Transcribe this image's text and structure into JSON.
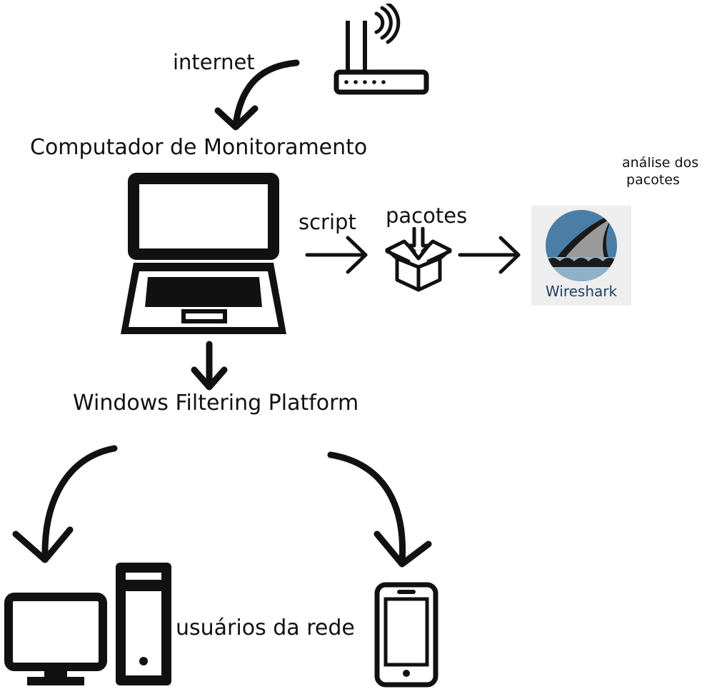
{
  "labels": {
    "internet": "internet",
    "computer": "Computador de Monitoramento",
    "script": "script",
    "packets": "pacotes",
    "analysis": "análise dos\n pacotes",
    "wfp": "Windows Filtering Platform",
    "users": "usuários da rede",
    "wireshark": "Wireshark"
  },
  "icons": [
    "router-icon",
    "laptop-icon",
    "packet-box-icon",
    "wireshark-logo",
    "desktop-computer-icon",
    "smartphone-icon"
  ],
  "colors": {
    "ink": "#111111",
    "wireshark_blue": "#1e3f66",
    "wireshark_bg": "#eeeeee"
  }
}
